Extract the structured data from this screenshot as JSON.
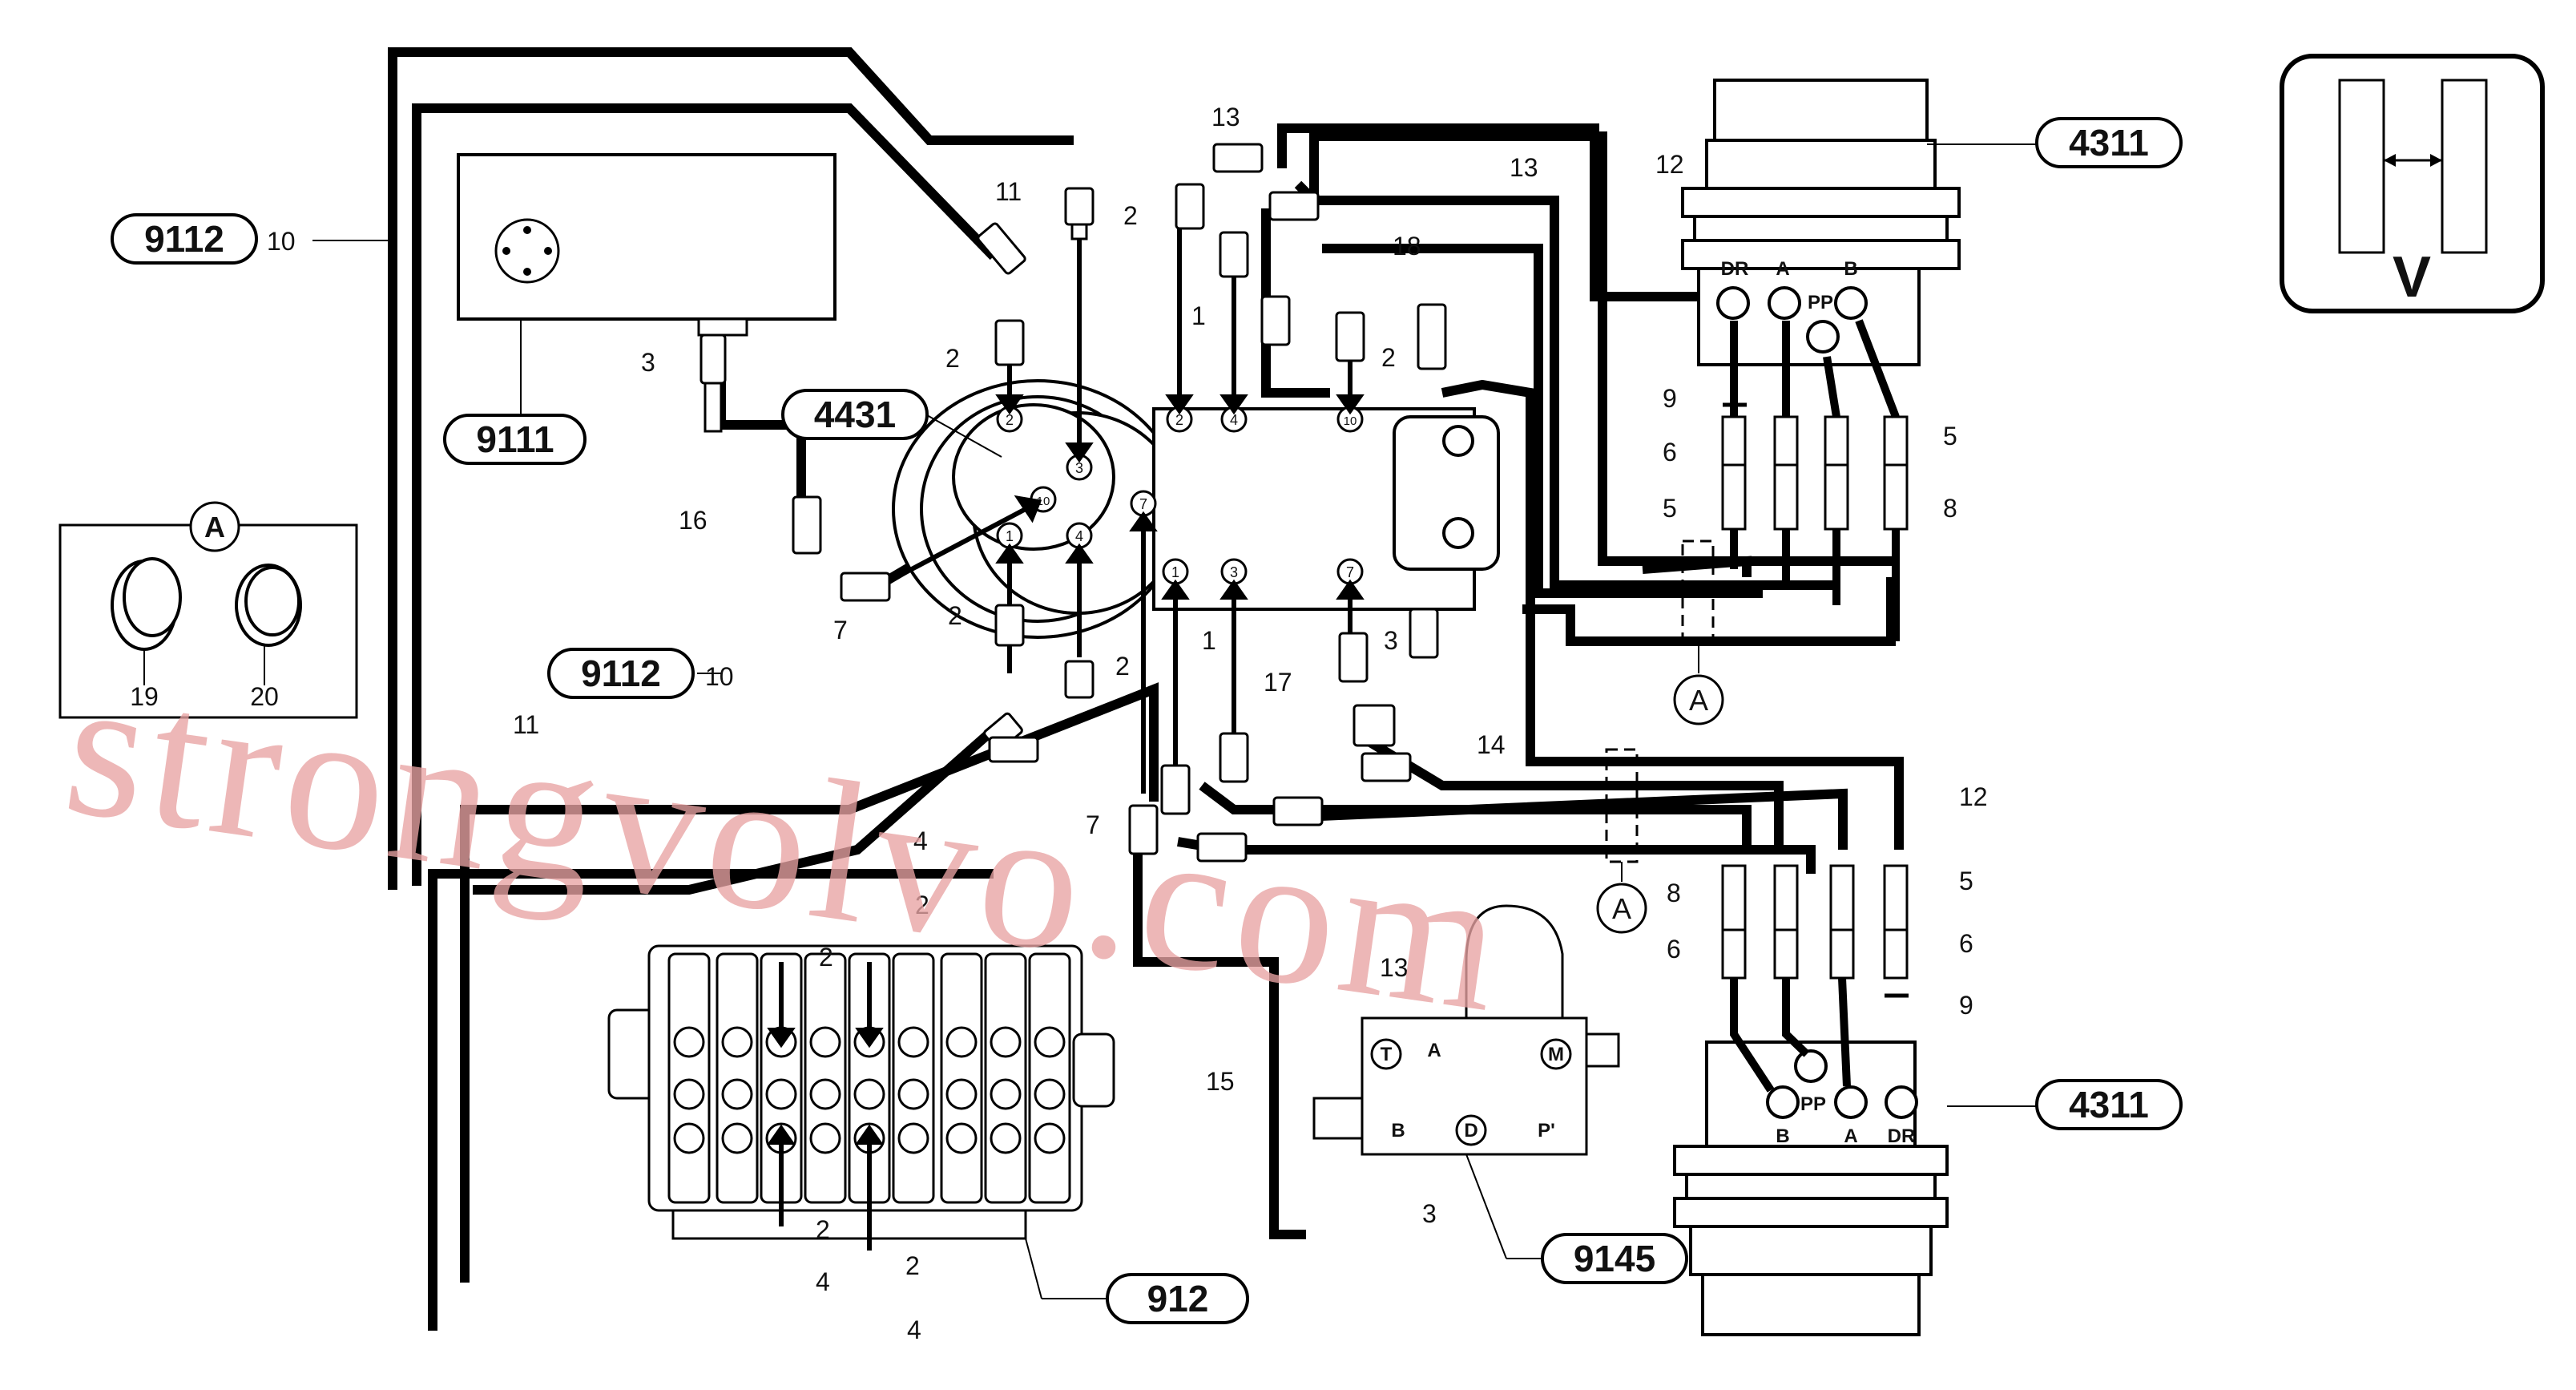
{
  "callouts": {
    "c9112_top": "9112",
    "c9111": "9111",
    "c4431": "4431",
    "c9112_mid": "9112",
    "c4311_top": "4311",
    "c4311_bot": "4311",
    "c912": "912",
    "c9145": "9145"
  },
  "detail_a": {
    "title": "A",
    "item1": "19",
    "item2": "20"
  },
  "section_ref": {
    "a1": "A",
    "a2": "A"
  },
  "view_indicator": {
    "label": "V"
  },
  "numbers": {
    "n10a": "10",
    "n11a": "11",
    "n2a": "2",
    "n13a": "13",
    "n12a": "12",
    "n13b": "13",
    "n18": "18",
    "n3a": "3",
    "n2b": "2",
    "n1a": "1",
    "n2c": "2",
    "n16": "16",
    "n7a": "7",
    "n2d": "2",
    "n2e": "2",
    "n1b": "1",
    "n3b": "3",
    "n17": "17",
    "n14": "14",
    "n12b": "12",
    "n10b": "10",
    "n11b": "11",
    "n7b": "7",
    "n4a": "4",
    "n2f": "2",
    "n2g": "2",
    "n13c": "13",
    "n15": "15",
    "n3c": "3",
    "n2h": "2",
    "n4b": "4",
    "n2i": "2",
    "n4c": "4",
    "n9a": "9",
    "n6a": "6",
    "n5a": "5",
    "n5b": "5",
    "n8a": "8",
    "n8b": "8",
    "n6b": "6",
    "n5c": "5",
    "n6c": "6",
    "n9b": "9"
  },
  "ports": {
    "dr": "DR",
    "a": "A",
    "b": "B",
    "pp": "PP",
    "dr2": "DR",
    "a2": "A",
    "b2": "B",
    "pp2": "PP",
    "t": "T",
    "va": "A",
    "m": "M",
    "vb": "B",
    "d": "D",
    "pprime": "P'"
  },
  "swivel_ports": {
    "p2": "2",
    "p3": "3",
    "p10": "10",
    "p1": "1",
    "p4": "4",
    "p7": "7",
    "q2": "2",
    "q4": "4",
    "q10": "10",
    "q1": "1",
    "q3": "3",
    "q7": "7"
  },
  "watermark": "strongvolvo.com"
}
